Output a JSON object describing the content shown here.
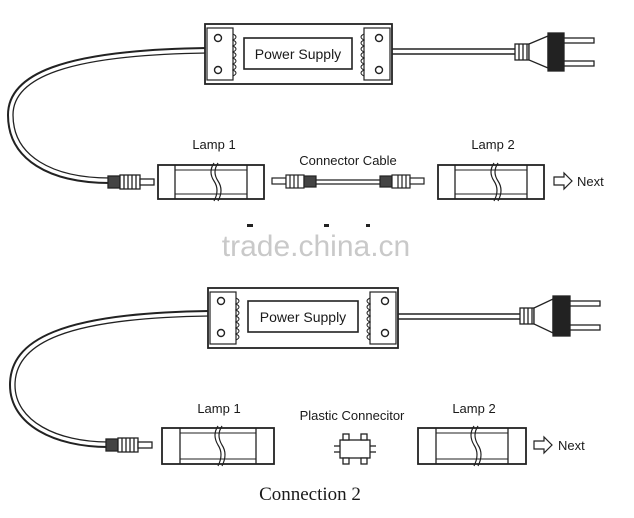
{
  "diagram1": {
    "power_supply_label": "Power Supply",
    "lamp1_label": "Lamp 1",
    "lamp2_label": "Lamp 2",
    "connector_label": "Connector Cable",
    "next_label": "Next"
  },
  "watermark": "trade.china.cn",
  "diagram2": {
    "power_supply_label": "Power Supply",
    "lamp1_label": "Lamp 1",
    "lamp2_label": "Lamp 2",
    "connector_label": "Plastic Connecitor",
    "next_label": "Next",
    "caption": "Connection 2"
  }
}
